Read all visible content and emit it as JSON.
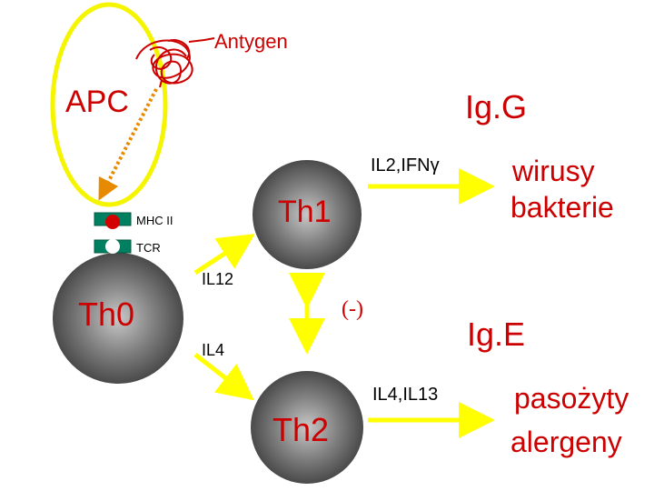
{
  "colors": {
    "accent_red": "#cc0000",
    "arrow_yellow": "#ffff00",
    "apc_outline": "#f5f500",
    "dashed_arrow": "#e88a00",
    "receptor_green": "#008060",
    "antigen_dot": "#d40000"
  },
  "labels": {
    "antigen": "Antygen",
    "apc": "APC",
    "igg": "Ig.G",
    "il2_ifn": "IL2,IFNγ",
    "wirusy": "wirusy",
    "bakterie": "bakterie",
    "th1": "Th1",
    "mhc": "MHC II",
    "tcr": "TCR",
    "il12": "IL12",
    "th0": "Th0",
    "minus": "(-)",
    "ige": "Ig.E",
    "il4": "IL4",
    "il4_il13": "IL4,IL13",
    "th2": "Th2",
    "pasozyty": "pasożyty",
    "alergeny": "alergeny"
  }
}
